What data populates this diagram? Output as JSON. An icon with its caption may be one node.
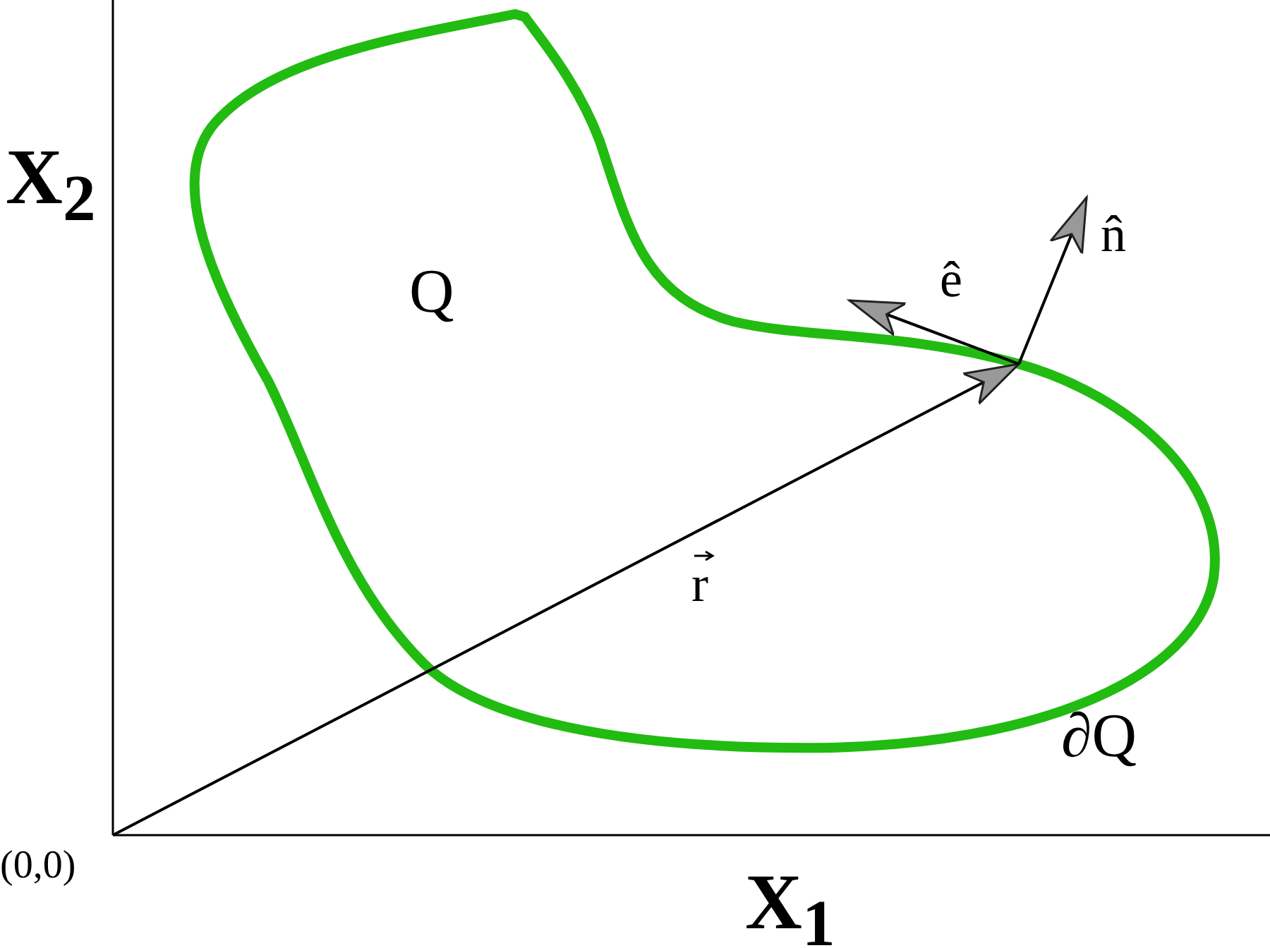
{
  "diagram": {
    "labels": [
      "X$_{2}$",
      "Q",
      "ê",
      "n̂",
      "r",
      "∂Q",
      "(0,0)",
      "X$_{1}$"
    ]
  }
}
